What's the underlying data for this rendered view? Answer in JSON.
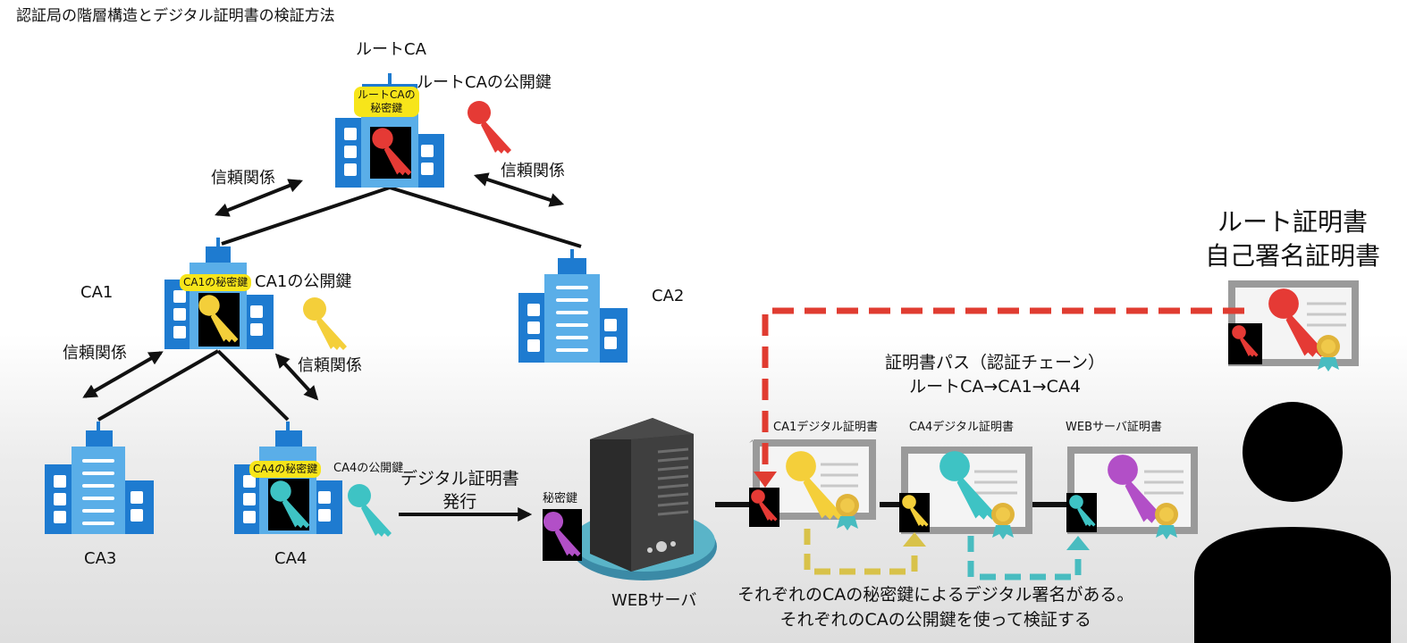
{
  "title": "認証局の階層構造とデジタル証明書の検証方法",
  "root_ca": {
    "label": "ルートCA",
    "public_key_label": "ルートCAの公開鍵",
    "private_key_tag_line1": "ルートCAの",
    "private_key_tag_line2": "秘密鍵"
  },
  "trust_label": "信頼関係",
  "ca1": {
    "label": "CA1",
    "public_key_label": "CA1の公開鍵",
    "private_key_tag": "CA1の秘密鍵"
  },
  "ca2": {
    "label": "CA2"
  },
  "ca3": {
    "label": "CA3"
  },
  "ca4": {
    "label": "CA4",
    "public_key_label": "CA4の公開鍵",
    "private_key_tag": "CA4の秘密鍵"
  },
  "issue": {
    "line1": "デジタル証明書",
    "line2": "発行"
  },
  "web_server": {
    "label": "WEBサーバ",
    "private_key_label": "秘密鍵"
  },
  "cert_path": {
    "line1": "証明書パス（認証チェーン）",
    "line2": "ルートCA→CA1→CA4"
  },
  "certificates": {
    "ca1_cert": "CA1デジタル証明書",
    "ca4_cert": "CA4デジタル証明書",
    "web_cert": "WEBサーバ証明書"
  },
  "root_certificate": {
    "line1": "ルート証明書",
    "line2": "自己署名証明書"
  },
  "explanation": {
    "line1": "それぞれのCAの秘密鍵によるデジタル署名がある。",
    "line2": "それぞれのCAの公開鍵を使って検証する"
  },
  "colors": {
    "building_dark": "#1e7bd0",
    "building_light": "#5aaee8",
    "key_red": "#e53a35",
    "key_yellow": "#f4cf3a",
    "key_teal": "#3ec3c4",
    "key_purple": "#b24fc7",
    "dashed_red": "#e03c31",
    "dashed_yellow": "#d8c24a",
    "dashed_teal": "#48bcc0",
    "tag_yellow": "#f7e51a",
    "certificate_grey": "#9a9a9a"
  },
  "icons": [
    "building-icon",
    "key-icon",
    "server-icon",
    "certificate-icon",
    "person-icon",
    "arrow-icon"
  ]
}
